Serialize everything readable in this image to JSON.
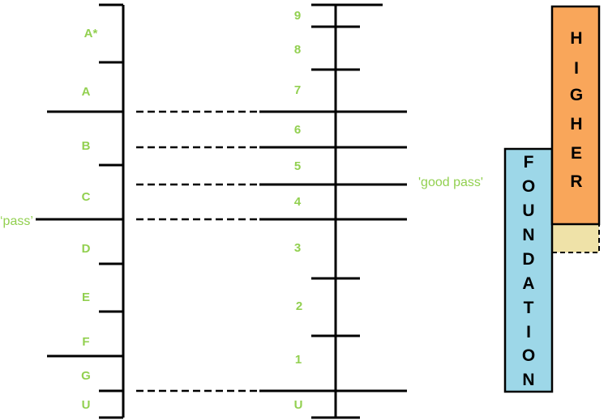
{
  "old_grades": [
    {
      "key": "astar",
      "label": "A*"
    },
    {
      "key": "a",
      "label": "A"
    },
    {
      "key": "b",
      "label": "B"
    },
    {
      "key": "c",
      "label": "C"
    },
    {
      "key": "d",
      "label": "D"
    },
    {
      "key": "e",
      "label": "E"
    },
    {
      "key": "f",
      "label": "F"
    },
    {
      "key": "g",
      "label": "G"
    },
    {
      "key": "u",
      "label": "U"
    }
  ],
  "new_grades": [
    {
      "key": "9",
      "label": "9"
    },
    {
      "key": "8",
      "label": "8"
    },
    {
      "key": "7",
      "label": "7"
    },
    {
      "key": "6",
      "label": "6"
    },
    {
      "key": "5",
      "label": "5"
    },
    {
      "key": "4",
      "label": "4"
    },
    {
      "key": "3",
      "label": "3"
    },
    {
      "key": "2",
      "label": "2"
    },
    {
      "key": "1",
      "label": "1"
    },
    {
      "key": "u",
      "label": "U"
    }
  ],
  "annotations": {
    "pass": "‘pass’",
    "good_pass": "'good pass'"
  },
  "tiers": {
    "higher": {
      "letters": [
        "H",
        "I",
        "G",
        "H",
        "E",
        "R"
      ],
      "color": "#f9a65a"
    },
    "foundation": {
      "letters": [
        "F",
        "O",
        "U",
        "N",
        "D",
        "A",
        "T",
        "I",
        "O",
        "N"
      ],
      "color": "#9dd7e8"
    },
    "overlap_color": "#efe2a8"
  },
  "colors": {
    "label_green": "#92d050",
    "line": "#000000"
  }
}
